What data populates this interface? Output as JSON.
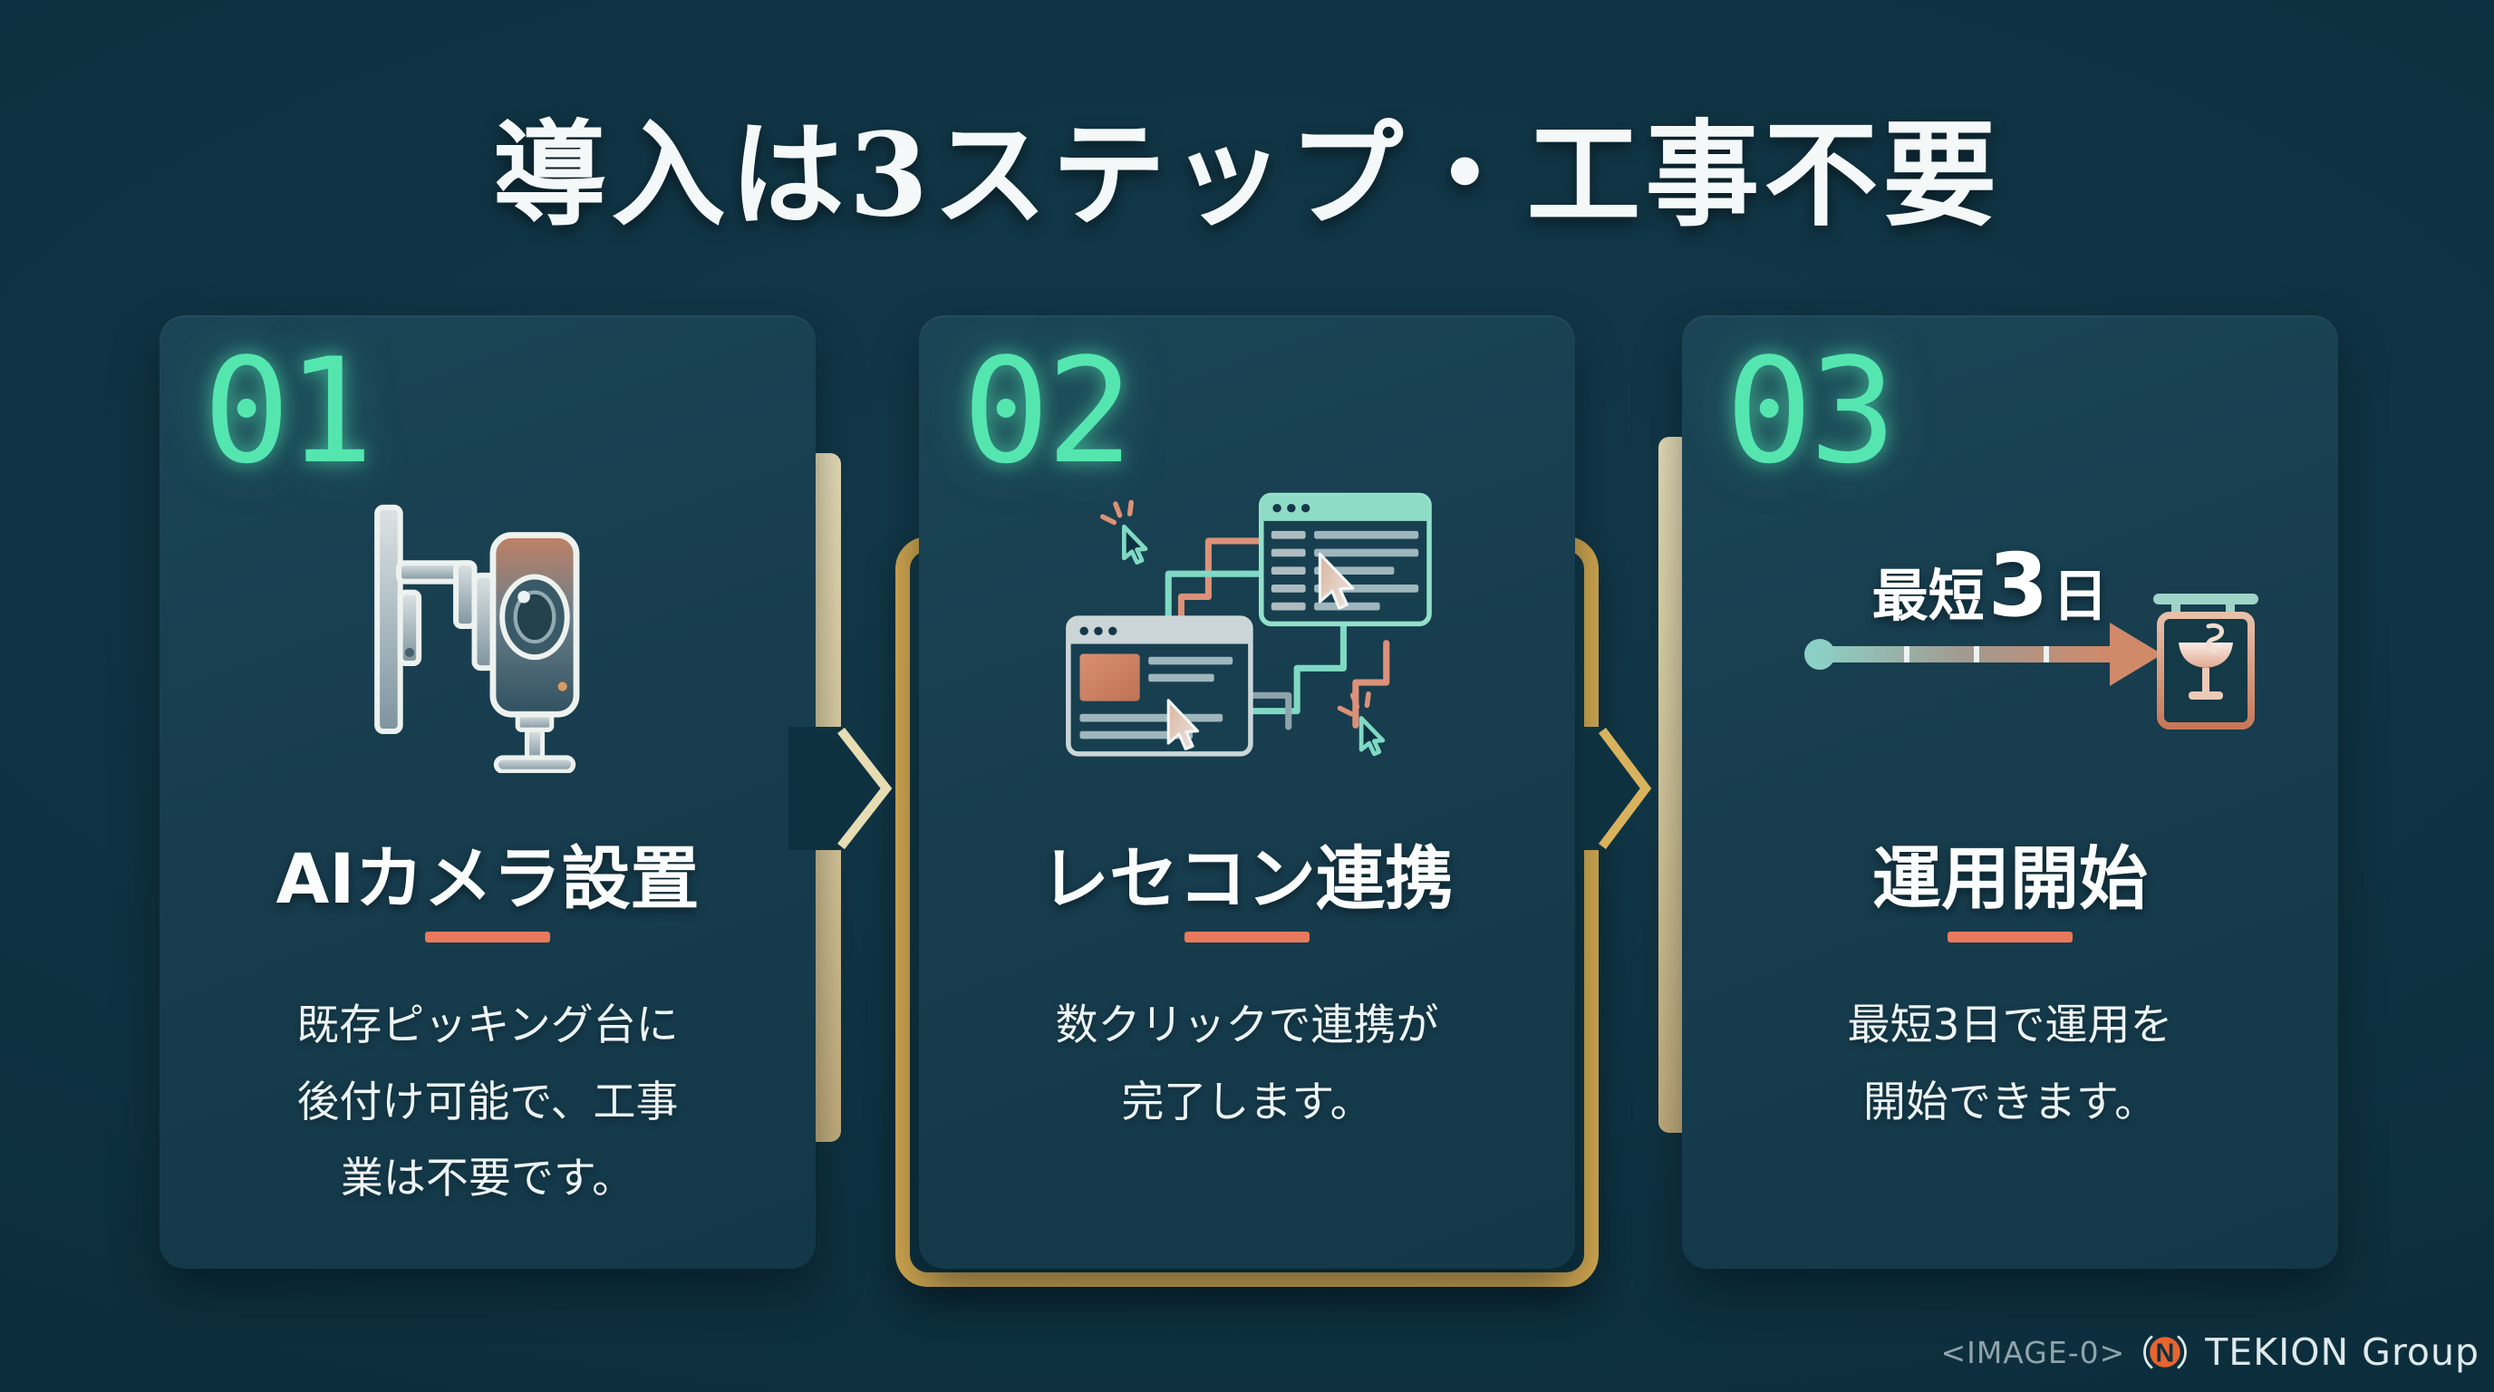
{
  "slide": {
    "title": "導入は3ステップ・工事不要",
    "colors": {
      "background": "#0E3140",
      "card": "#173D4E",
      "accent_mint": "#55E6B0",
      "accent_salmon": "#E8795C",
      "accent_gold": "#D2A850",
      "connector_cream": "#E7DCB2"
    }
  },
  "steps": [
    {
      "number": "01",
      "title": "AIカメラ設置",
      "description": "既存ピッキング台に\n後付け可能で、工事\n業は不要です。",
      "icon": "ai-camera-icon"
    },
    {
      "number": "02",
      "title": "レセコン連携",
      "description": "数クリックで連携が\n完了します。",
      "icon": "system-link-icon",
      "highlighted": true
    },
    {
      "number": "03",
      "title": "運用開始",
      "description": "最短3日で運用を\n開始できます。",
      "icon": "launch-timeline-icon",
      "badge": {
        "prefix": "最短",
        "number": "3",
        "suffix": "日"
      }
    }
  ],
  "footer": {
    "watermark": "<IMAGE-0>",
    "logo_letter": "N",
    "brand": "TEKION Group"
  }
}
